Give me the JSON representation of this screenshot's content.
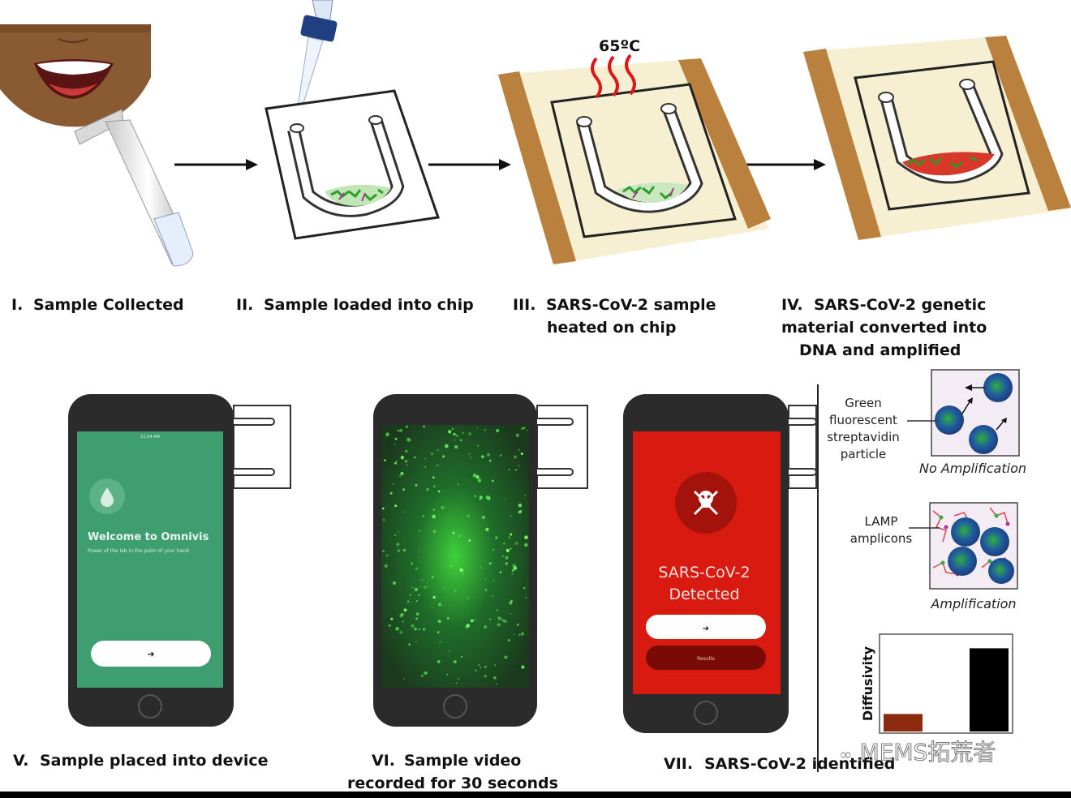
{
  "heat_label": "65ºC",
  "steps": {
    "s1": {
      "num": "I.",
      "lines": [
        "Sample Collected"
      ]
    },
    "s2": {
      "num": "II.",
      "lines": [
        "Sample loaded into chip"
      ]
    },
    "s3": {
      "num": "III.",
      "lines": [
        "SARS-CoV-2 sample",
        "heated on chip"
      ]
    },
    "s4": {
      "num": "IV.",
      "lines": [
        "SARS-CoV-2 genetic",
        "material converted into",
        "DNA and amplified"
      ]
    },
    "s5": {
      "num": "V.",
      "lines": [
        "Sample placed into device"
      ]
    },
    "s6": {
      "num": "VI.",
      "lines": [
        "Sample video",
        "recorded for 30 seconds"
      ]
    },
    "s7": {
      "num": "VII.",
      "lines": [
        "SARS-CoV-2 identified"
      ]
    }
  },
  "phone1": {
    "title": "Welcome to Omnivis",
    "subtitle": "Power of the lab in the palm of your hand",
    "button": "➜",
    "time": "11:34 AM"
  },
  "phone3": {
    "line1": "SARS-CoV-2",
    "line2": "Detected",
    "button1": "➜",
    "button2": "Results"
  },
  "panel": {
    "green_label": [
      "Green",
      "fluorescent",
      "streptavidin",
      "particle"
    ],
    "no_amp": "No Amplification",
    "lamp_label": [
      "LAMP",
      "amplicons"
    ],
    "amp": "Amplification"
  },
  "chart_data": {
    "type": "bar",
    "categories": [
      "",
      ""
    ],
    "values": [
      0.2,
      0.95
    ],
    "ylabel": "Diffusivity",
    "xlabel": "",
    "ylim": [
      0,
      1
    ],
    "colors": [
      "#8b2a0c",
      "#000000"
    ]
  },
  "watermark": "MEMS拓荒者",
  "colors": {
    "wood": "#b9803e",
    "paper": "#f7efd2",
    "green_screen": "#3f9e70",
    "red_screen": "#d91a10",
    "phone_body": "#2b2b2b"
  }
}
